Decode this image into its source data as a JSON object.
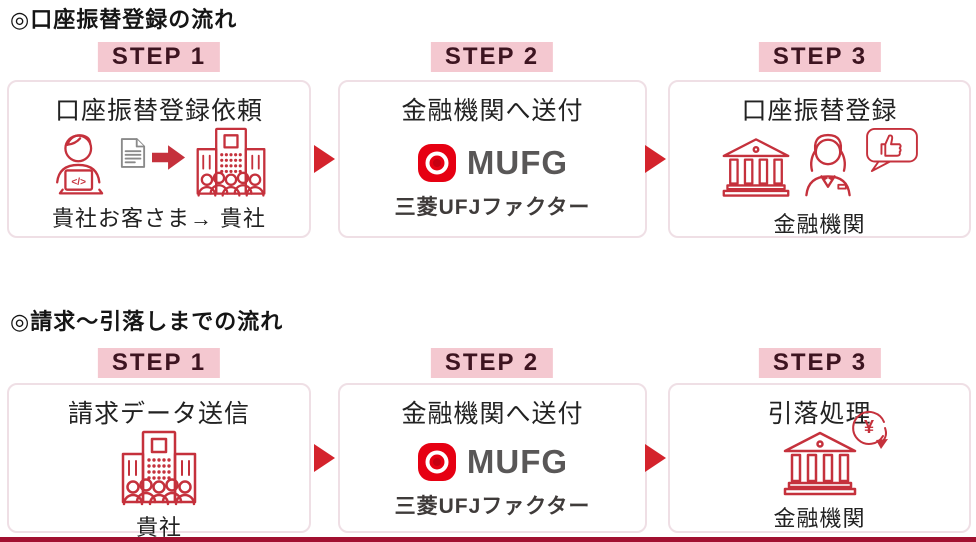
{
  "colors": {
    "icon_red": "#c5313c",
    "arrow_red": "#d4232c",
    "mufg_logo_red": "#e60012",
    "mufg_text_gray": "#595757",
    "step_label_bg": "#f4c8d0",
    "step_label_text": "#3d1420",
    "box_border": "#efdfe5",
    "bottom_bar": "#a11030",
    "text_dark": "#222222"
  },
  "icons": {
    "customer-at-laptop-icon": "person at laptop with </> on screen, red outline",
    "document-icon": "paper sheet with folded corner and text lines, gray outline",
    "send-arrow-icon": "solid red block arrow pointing right",
    "company-building-icon": "office building with window dots and people in front, red outline",
    "mufg-logo-icon": "red rounded square with white ring (MUFG mark)",
    "bank-icon": "classical bank with pediment and columns, red outline",
    "clerk-icon": "female bank clerk with bow, red outline",
    "thumbs-up-bubble-icon": "speech bubble containing thumbs-up, red outline",
    "yen-withdrawal-icon": "circle with yen sign and downward arrow, red outline",
    "flow-arrow-icon": "red triangle pointing right between steps"
  },
  "flows": [
    {
      "heading": "◎口座振替登録の流れ",
      "steps": [
        {
          "step_label": "STEP 1",
          "title": "口座振替登録依頼",
          "caption": "貴社お客さま→ 貴社"
        },
        {
          "step_label": "STEP 2",
          "title": "金融機関へ送付",
          "logo_text": "MUFG",
          "logo_subtext": "三菱UFJファクター"
        },
        {
          "step_label": "STEP 3",
          "title": "口座振替登録",
          "caption": "金融機関"
        }
      ]
    },
    {
      "heading": "◎請求～引落しまでの流れ",
      "steps": [
        {
          "step_label": "STEP 1",
          "title": "請求データ送信",
          "caption": "貴社"
        },
        {
          "step_label": "STEP 2",
          "title": "金融機関へ送付",
          "logo_text": "MUFG",
          "logo_subtext": "三菱UFJファクター"
        },
        {
          "step_label": "STEP 3",
          "title": "引落処理",
          "caption": "金融機関"
        }
      ]
    }
  ]
}
